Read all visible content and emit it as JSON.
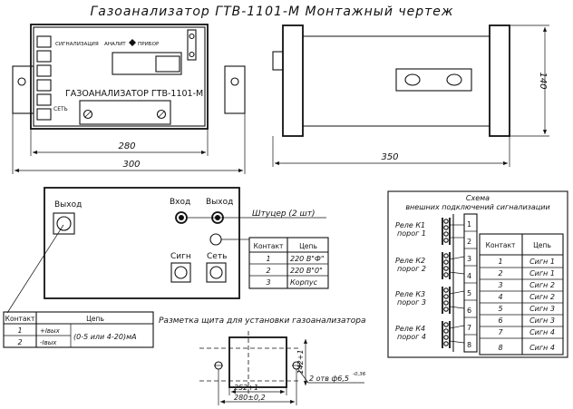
{
  "title": "Газоанализатор ГТВ-1101-М  Монтажный чертеж",
  "front_panel": {
    "label_signal": "СИГНАЛИЗАЦИЯ",
    "label_analyz": "АНАЛИТ",
    "label_pribor": "ПРИБОР",
    "label_name": "ГАЗОАНАЛИЗАТОР ГТВ-1101-М",
    "label_set": "СЕТЬ",
    "dim_inner": "280",
    "dim_outer": "300"
  },
  "side_view": {
    "dim_length": "350",
    "dim_height": "140"
  },
  "rear_panel": {
    "vyhod_left": "Выход",
    "vhod": "Вход",
    "vyhod_right": "Выход",
    "shtutser": "Штуцер (2 шт)",
    "sign": "Сигн",
    "set": "Сеть",
    "table1": {
      "headers": [
        "Контакт",
        "Цепь"
      ],
      "rows": [
        [
          "1",
          "220 В\"Ф\""
        ],
        [
          "2",
          "220 В\"0\""
        ],
        [
          "3",
          "Корпус"
        ]
      ]
    },
    "table2": {
      "headers": [
        "Контакт",
        "Цепь"
      ],
      "rows": [
        [
          "1",
          "+Iвых"
        ],
        [
          "2",
          "-Iвых"
        ]
      ],
      "merged": "(0-5 или 4-20)мА"
    }
  },
  "cutout": {
    "caption": "Разметка щита для установки газоанализатора",
    "dim_w1": "252+1",
    "dim_w2": "280±0,2",
    "dim_h1": "142+1",
    "holes": "2 отв ф6,5",
    "holes_tol": "-0,36"
  },
  "schema": {
    "title_line1": "Схема",
    "title_line2": "внешних подключений сигнализации",
    "relays": [
      {
        "name": "Реле К1",
        "porog": "порог 1"
      },
      {
        "name": "Реле К2",
        "porog": "порог 2"
      },
      {
        "name": "Реле К3",
        "porog": "порог 3"
      },
      {
        "name": "Реле К4",
        "porog": "порог 4"
      }
    ],
    "pin_numbers": [
      "1",
      "2",
      "3",
      "4",
      "5",
      "6",
      "7",
      "8"
    ],
    "table": {
      "headers": [
        "Контакт",
        "Цепь"
      ],
      "rows": [
        [
          "1",
          "Сигн 1"
        ],
        [
          "2",
          "Сигн 1"
        ],
        [
          "3",
          "Сигн 2"
        ],
        [
          "4",
          "Сигн 2"
        ],
        [
          "5",
          "Сигн 3"
        ],
        [
          "6",
          "Сигн 3"
        ],
        [
          "7",
          "Сигн 4"
        ],
        [
          "8",
          "Сигн 4"
        ]
      ]
    }
  }
}
